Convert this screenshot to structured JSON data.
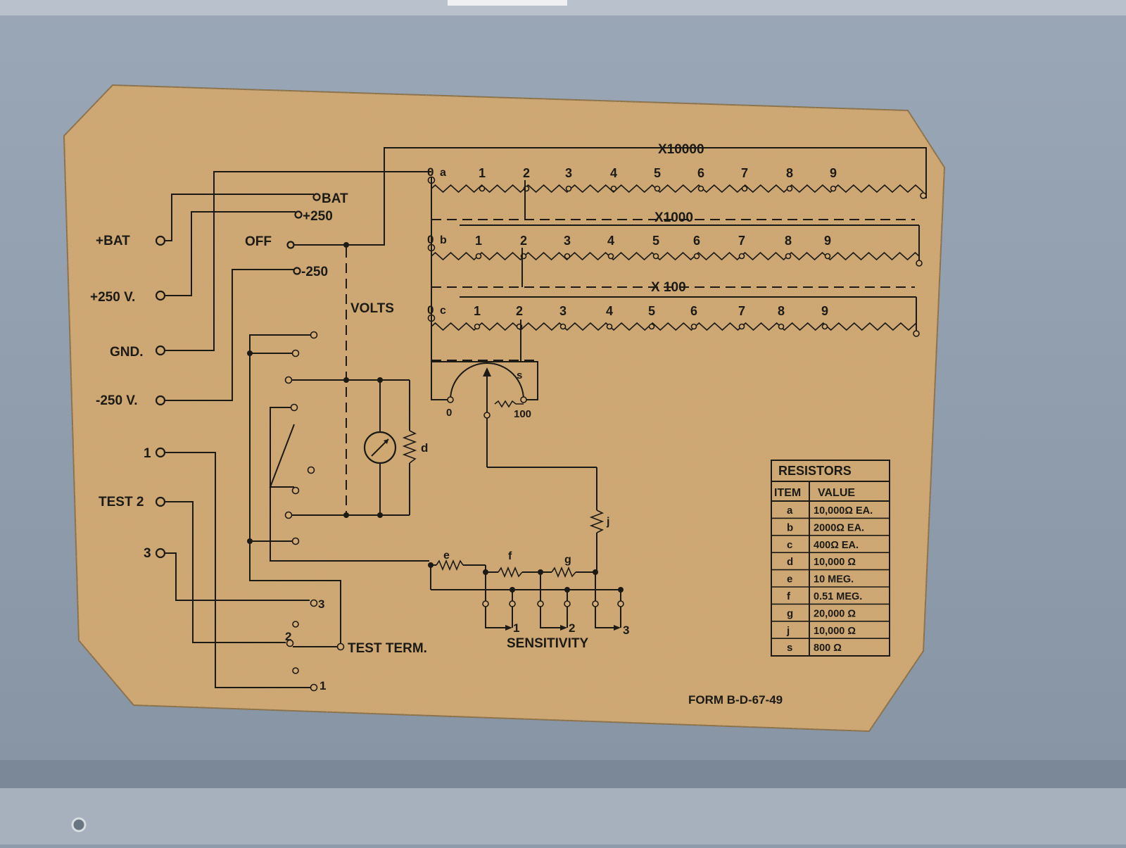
{
  "colors": {
    "panel": "#8d9bab",
    "panel_dark": "#6f7d8c",
    "card": "#cfa771",
    "ink": "#1c1a15"
  },
  "terminals_left": {
    "bat": "+BAT",
    "v250_pos": "+250 V.",
    "gnd": "GND.",
    "v250_neg": "-250 V.",
    "t1": "1",
    "test2": "TEST 2",
    "t3": "3"
  },
  "switch_labels": {
    "bat": "BAT",
    "pos250": "+250",
    "off": "OFF",
    "neg250": "-250",
    "volts": "VOLTS",
    "test_term": "TEST TERM.",
    "tt1": "1",
    "tt2": "2",
    "tt3": "3"
  },
  "decades": [
    {
      "multiplier": "X10000",
      "zero": "0",
      "letter": "a"
    },
    {
      "multiplier": "X1000",
      "zero": "0",
      "letter": "b"
    },
    {
      "multiplier": "X 100",
      "zero": "0",
      "letter": "c"
    }
  ],
  "decade_steps": [
    "1",
    "2",
    "3",
    "4",
    "5",
    "6",
    "7",
    "8",
    "9"
  ],
  "pot": {
    "zero": "0",
    "full": "100",
    "letter": "s"
  },
  "meter_shunt": "d",
  "sensitivity": {
    "label": "SENSITIVITY",
    "r_e": "e",
    "r_f": "f",
    "r_g": "g",
    "r_j": "j",
    "pos1": "1",
    "pos2": "2",
    "pos3": "3"
  },
  "resistor_table": {
    "title": "RESISTORS",
    "headers": [
      "ITEM",
      "VALUE"
    ],
    "rows": [
      {
        "item": "a",
        "value": "10,000Ω EA."
      },
      {
        "item": "b",
        "value": "2000Ω EA."
      },
      {
        "item": "c",
        "value": "400Ω EA."
      },
      {
        "item": "d",
        "value": "10,000 Ω"
      },
      {
        "item": "e",
        "value": "10 MEG."
      },
      {
        "item": "f",
        "value": "0.51 MEG."
      },
      {
        "item": "g",
        "value": "20,000 Ω"
      },
      {
        "item": "j",
        "value": "10,000 Ω"
      },
      {
        "item": "s",
        "value": "800 Ω"
      }
    ]
  },
  "form_number": "FORM B-D-67-49"
}
